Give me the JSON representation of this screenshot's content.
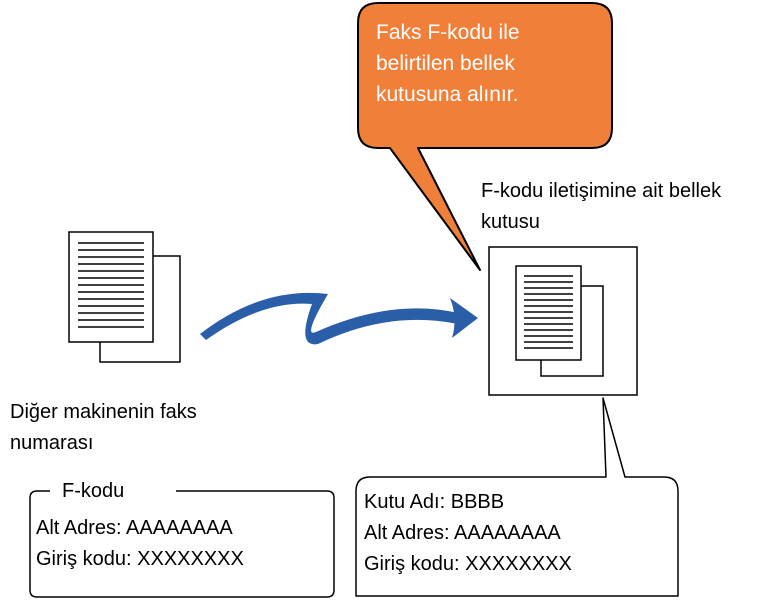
{
  "callout": {
    "lines": [
      "Faks F-kodu ile",
      "belirtilen bellek",
      "kutusuna alınır."
    ],
    "fill": "#f07f3a"
  },
  "memory_box": {
    "caption_lines": [
      "F-kodu iletişimine ait bellek",
      "kutusu"
    ]
  },
  "sender": {
    "caption_lines": [
      "Diğer makinenin faks",
      "numarası"
    ]
  },
  "fcode_box": {
    "label": "F-kodu",
    "lines": [
      "Alt Adres: AAAAAAAA",
      "Giriş kodu: XXXXXXXX"
    ]
  },
  "memory_callout": {
    "lines": [
      "Kutu Adı: BBBB",
      "Alt Adres: AAAAAAAA",
      "Giriş kodu: XXXXXXXX"
    ]
  },
  "colors": {
    "arrow": "#2b5ea8",
    "callout_fill": "#f07f3a",
    "stroke": "#000000"
  },
  "icons": [
    "document-stack-icon",
    "transmission-arrow-icon",
    "document-stack-icon"
  ]
}
